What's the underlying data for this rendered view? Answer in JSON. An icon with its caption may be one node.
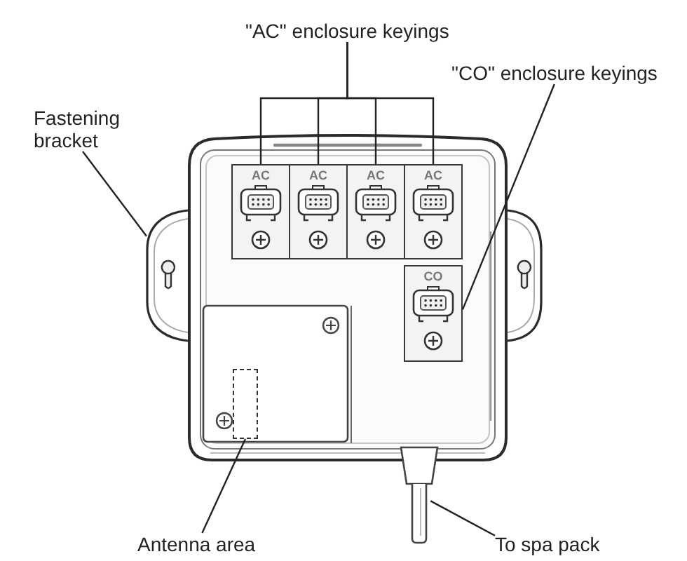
{
  "diagram": {
    "nodes": [
      {
        "text": [
          "\"AC\" enclosure keyings"
        ]
      },
      {
        "text": [
          "\"CO\" enclosure keyings"
        ]
      },
      {
        "text": [
          "Fastening bracket"
        ]
      },
      {
        "text": [],
        "shape": "picture"
      },
      {
        "text": [],
        "shape": "picture"
      },
      {
        "text": [
          "AC"
        ]
      },
      {
        "text": [
          "AC"
        ]
      },
      {
        "text": [
          "AC"
        ]
      },
      {
        "text": [
          "AC"
        ]
      },
      {
        "text": [
          "CO"
        ]
      },
      {
        "text": [],
        "shape": "box"
      },
      {
        "text": [
          "Antenna area"
        ]
      },
      {
        "text": [],
        "shape": "picture"
      },
      {
        "text": [
          "To spa pack"
        ]
      }
    ],
    "edges": [
      {
        "from": 0,
        "to": 5,
        "arrow": "none"
      },
      {
        "from": 0,
        "to": 6,
        "arrow": "none"
      },
      {
        "from": 0,
        "to": 7,
        "arrow": "none"
      },
      {
        "from": 0,
        "to": 8,
        "arrow": "none"
      },
      {
        "from": 1,
        "to": 9,
        "arrow": "none"
      },
      {
        "from": 2,
        "to": 3,
        "arrow": "none"
      },
      {
        "from": 11,
        "to": 10,
        "arrow": "none"
      },
      {
        "from": 13,
        "to": 12,
        "arrow": "none"
      }
    ]
  }
}
